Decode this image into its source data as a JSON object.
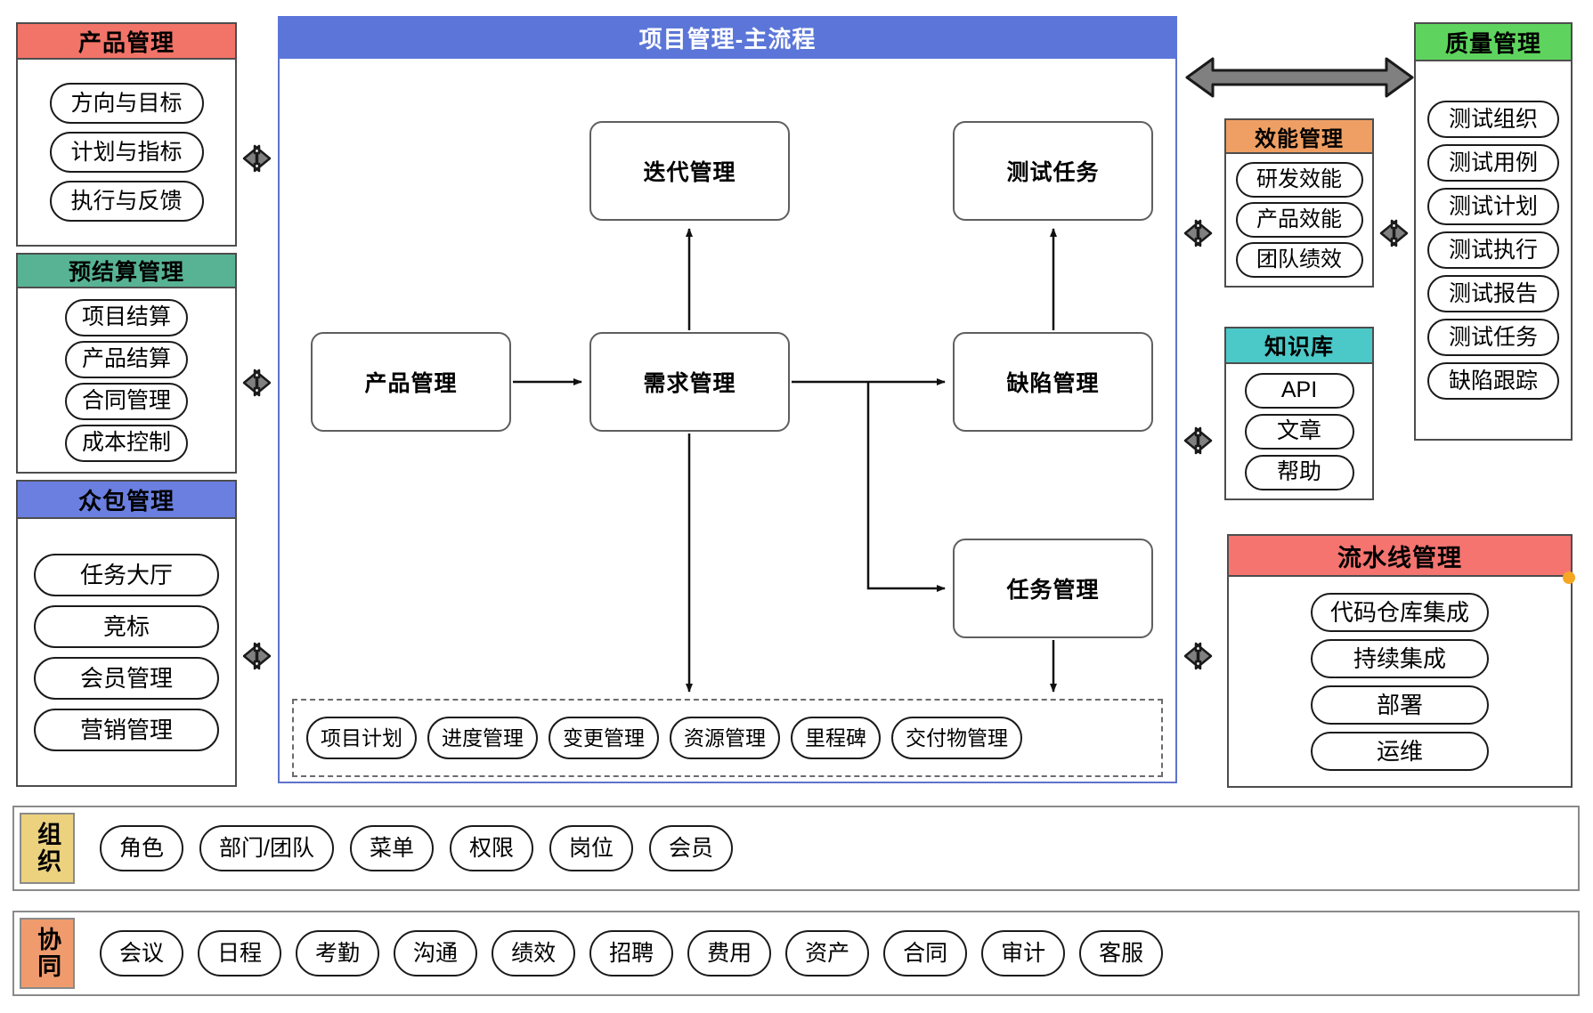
{
  "left_panels": [
    {
      "key": "product",
      "title": "产品管理",
      "color": "#f27368",
      "items": [
        "方向与目标",
        "计划与指标",
        "执行与反馈"
      ]
    },
    {
      "key": "budget",
      "title": "预结算管理",
      "color": "#57b394",
      "items": [
        "项目结算",
        "产品结算",
        "合同管理",
        "成本控制"
      ]
    },
    {
      "key": "crowdsourcing",
      "title": "众包管理",
      "color": "#6a7fe0",
      "items": [
        "任务大厅",
        "竞标",
        "会员管理",
        "营销管理"
      ]
    }
  ],
  "main": {
    "title": "项目管理-主流程",
    "nodes": [
      {
        "key": "iteration",
        "label": "迭代管理"
      },
      {
        "key": "test-task",
        "label": "测试任务"
      },
      {
        "key": "product",
        "label": "产品管理"
      },
      {
        "key": "requirement",
        "label": "需求管理"
      },
      {
        "key": "defect",
        "label": "缺陷管理"
      },
      {
        "key": "task",
        "label": "任务管理"
      }
    ],
    "dashed_items": [
      "项目计划",
      "进度管理",
      "变更管理",
      "资源管理",
      "里程碑",
      "交付物管理"
    ]
  },
  "right_panels": [
    {
      "key": "efficiency",
      "title": "效能管理",
      "color": "#ef9f63",
      "items": [
        "研发效能",
        "产品效能",
        "团队绩效"
      ]
    },
    {
      "key": "knowledge",
      "title": "知识库",
      "color": "#4bc8c8",
      "items": [
        "API",
        "文章",
        "帮助"
      ]
    },
    {
      "key": "quality",
      "title": "质量管理",
      "color": "#5ed45e",
      "items": [
        "测试组织",
        "测试用例",
        "测试计划",
        "测试执行",
        "测试报告",
        "测试任务",
        "缺陷跟踪"
      ]
    },
    {
      "key": "pipeline",
      "title": "流水线管理",
      "color": "#f57470",
      "items": [
        "代码仓库集成",
        "持续集成",
        "部署",
        "运维"
      ]
    }
  ],
  "bottom_rows": [
    {
      "key": "organization",
      "tag": "组织",
      "tag_color": "#ecd27f",
      "items": [
        "角色",
        "部门/团队",
        "菜单",
        "权限",
        "岗位",
        "会员"
      ]
    },
    {
      "key": "collaboration",
      "tag": "协同",
      "tag_color": "#ef9b6d",
      "items": [
        "会议",
        "日程",
        "考勤",
        "沟通",
        "绩效",
        "招聘",
        "费用",
        "资产",
        "合同",
        "审计",
        "客服"
      ]
    }
  ],
  "markers": {
    "pipeline_dot_color": "#f5a623"
  }
}
